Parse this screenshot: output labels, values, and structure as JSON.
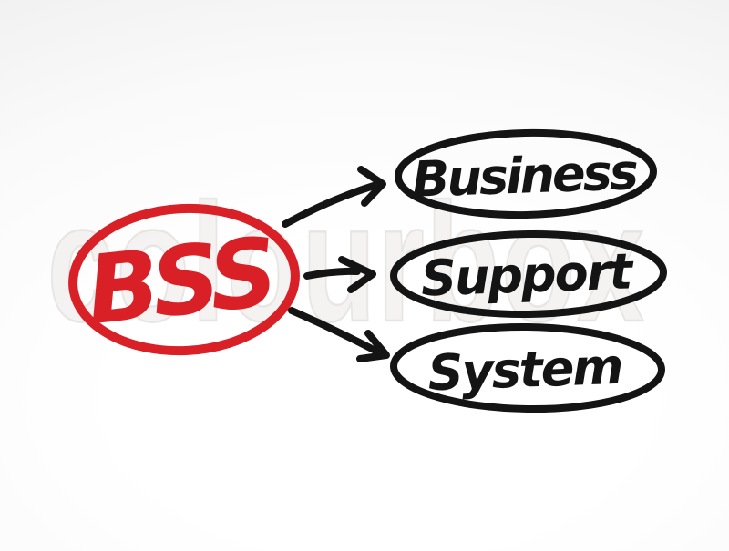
{
  "acronym": "BSS",
  "terms": [
    {
      "label": "Business"
    },
    {
      "label": "Support"
    },
    {
      "label": "System"
    }
  ],
  "watermark": {
    "text": "colourbox"
  },
  "colors": {
    "red": "#d92027",
    "ink": "#141414",
    "watermark_edge": "#dcdad7",
    "background_edge": "#eeeeee"
  }
}
